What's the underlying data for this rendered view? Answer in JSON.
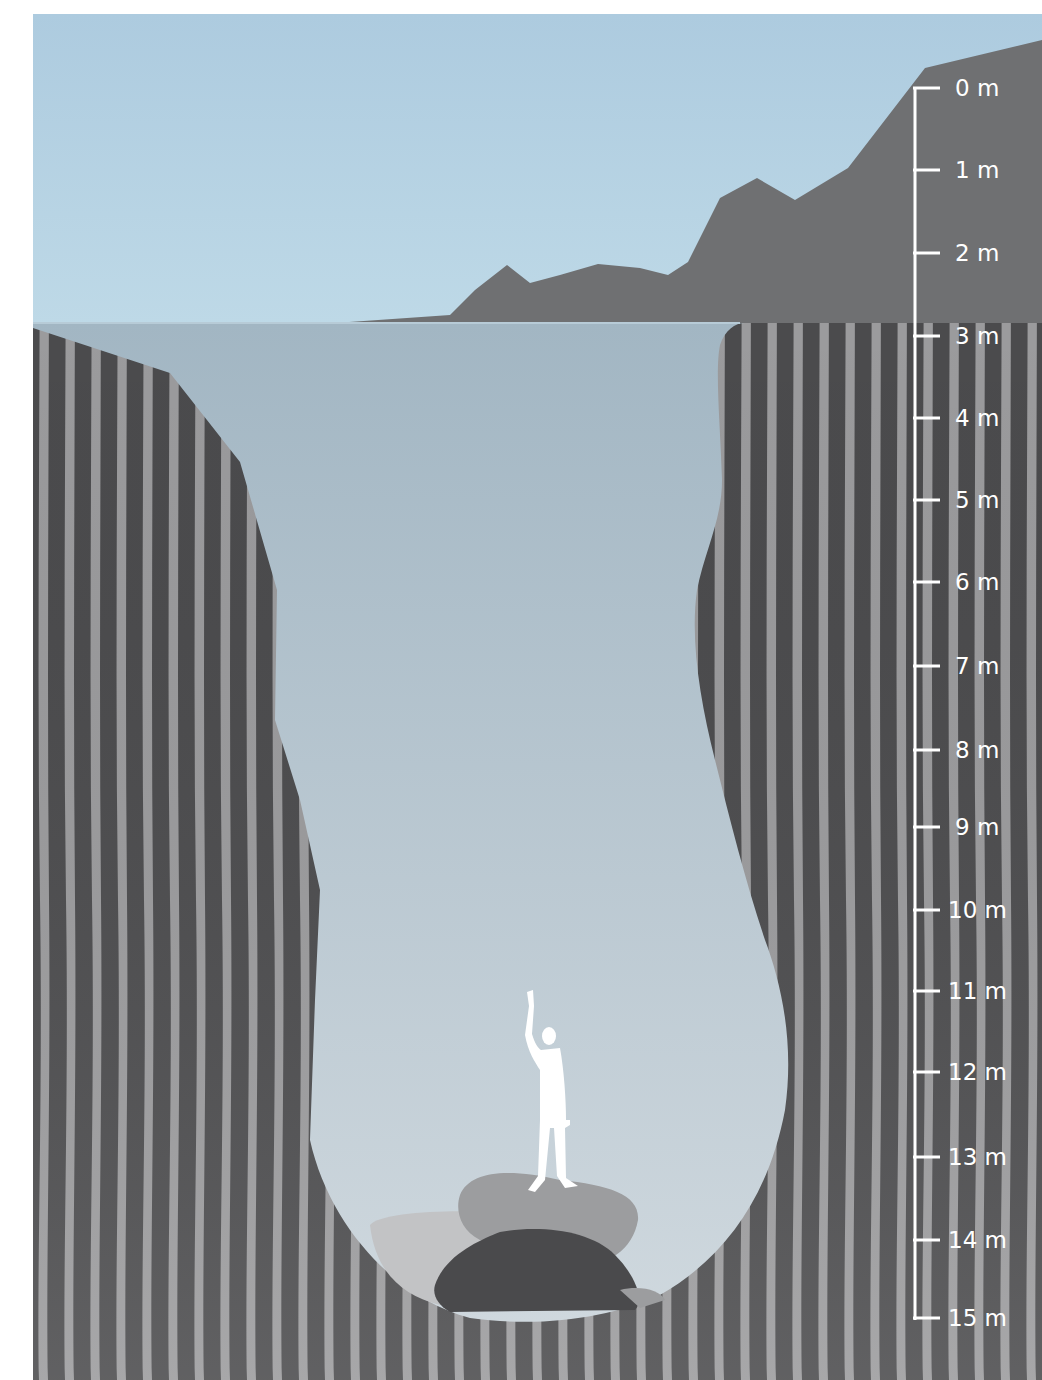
{
  "diagram": {
    "labels": [
      "0 m",
      "1 m",
      "2 m",
      "3 m",
      "4 m",
      "5 m",
      "6 m",
      "7 m",
      "8 m",
      "9 m",
      "10 m",
      "11 m",
      "12 m",
      "13 m",
      "14 m",
      "15 m"
    ]
  }
}
